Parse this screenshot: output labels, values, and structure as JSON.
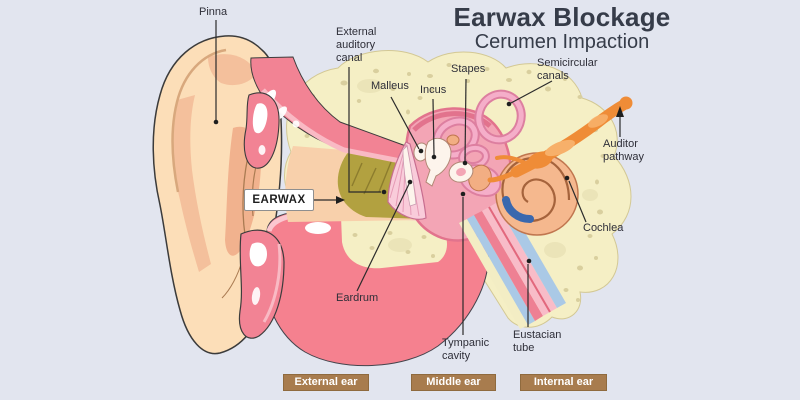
{
  "title": {
    "heading": "Earwax Blockage",
    "subheading": "Cerumen Impaction"
  },
  "diagram_labels": {
    "pinna": "Pinna",
    "external_auditory_canal": "External auditory canal",
    "malleus": "Malleus",
    "incus": "Incus",
    "stapes": "Stapes",
    "semicircular_canals": "Semicircular canals",
    "auditor_pathway": "Auditor pathway",
    "cochlea": "Cochlea",
    "earwax": "EARWAX",
    "eardrum": "Eardrum",
    "tympanic_cavity": "Tympanic cavity",
    "eustacian_tube": "Eustacian tube"
  },
  "region_buttons": [
    {
      "label": "External ear"
    },
    {
      "label": "Middle ear"
    },
    {
      "label": "Internal ear"
    }
  ],
  "colors": {
    "background": "#e2e5ef",
    "title_text": "#363c49",
    "label_text": "#2e2e38",
    "button_background": "#a87c4e",
    "button_text": "#ffffff",
    "skin": "#fcdeb8",
    "bone": "#f5efc5",
    "tissue_pink": "#f5818f",
    "earwax": "#b2a140",
    "eardrum_pink": "#f9ccda",
    "nerve_orange": "#ef8c37",
    "eustachian_blue": "#aac9e6",
    "cochlea_peach": "#f5b88e"
  }
}
